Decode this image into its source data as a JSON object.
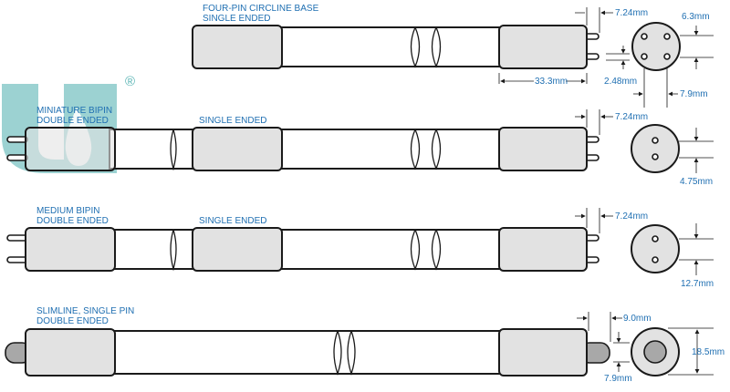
{
  "logo": {
    "text": "UV",
    "registered": "®",
    "color": "#5bb5b5"
  },
  "lamps": [
    {
      "title": [
        "FOUR-PIN CIRCLINE BASE",
        "SINGLE ENDED"
      ],
      "dims": {
        "pin_length": "7.24mm",
        "cap_length": "33.3mm",
        "pin_dia": "2.48mm",
        "pin_spacing": "6.3mm",
        "pin_spacing2": "7.9mm"
      }
    },
    {
      "title": [
        "MINIATURE BIPIN",
        "DOUBLE ENDED"
      ],
      "title2": "SINGLE ENDED",
      "dims": {
        "pin_length": "7.24mm",
        "pin_spacing": "4.75mm"
      }
    },
    {
      "title": [
        "MEDIUM BIPIN",
        "DOUBLE ENDED"
      ],
      "title2": "SINGLE ENDED",
      "dims": {
        "pin_length": "7.24mm",
        "pin_spacing": "12.7mm"
      }
    },
    {
      "title": [
        "SLIMLINE, SINGLE PIN",
        "DOUBLE ENDED"
      ],
      "dims": {
        "pin_length": "9.0mm",
        "pin_dia": "7.9mm",
        "diameter": "18.5mm"
      }
    }
  ]
}
